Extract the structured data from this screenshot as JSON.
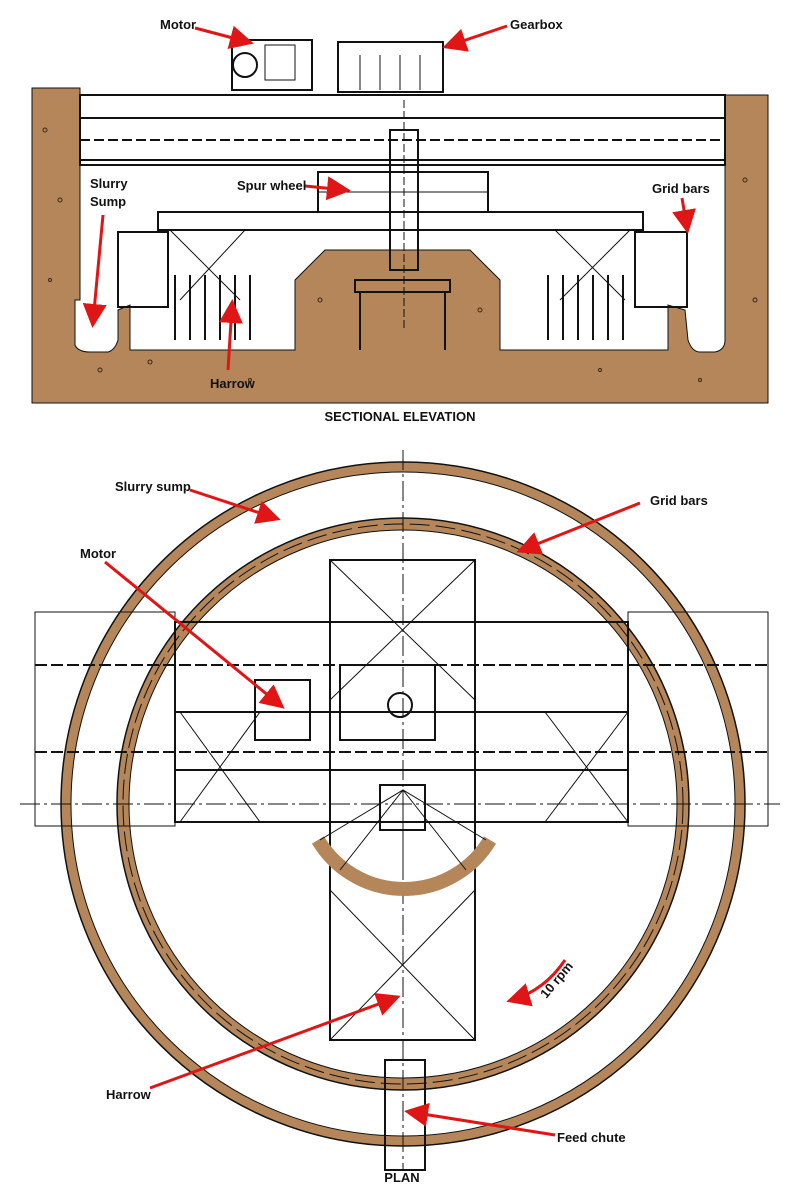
{
  "colors": {
    "earth": "#b5865a",
    "arrow": "#e01515",
    "line": "#111111"
  },
  "elevation": {
    "caption": "SECTIONAL  ELEVATION",
    "labels": {
      "motor": "Motor",
      "gearbox": "Gearbox",
      "slurry_sump_1": "Slurry",
      "slurry_sump_2": "Sump",
      "spur_wheel": "Spur wheel",
      "grid_bars": "Grid bars",
      "harrow": "Harrow"
    }
  },
  "plan": {
    "caption": "PLAN",
    "labels": {
      "slurry_sump": "Slurry sump",
      "grid_bars": "Grid bars",
      "motor": "Motor",
      "speed": "10 rpm",
      "harrow": "Harrow",
      "feed_chute": "Feed chute"
    }
  }
}
